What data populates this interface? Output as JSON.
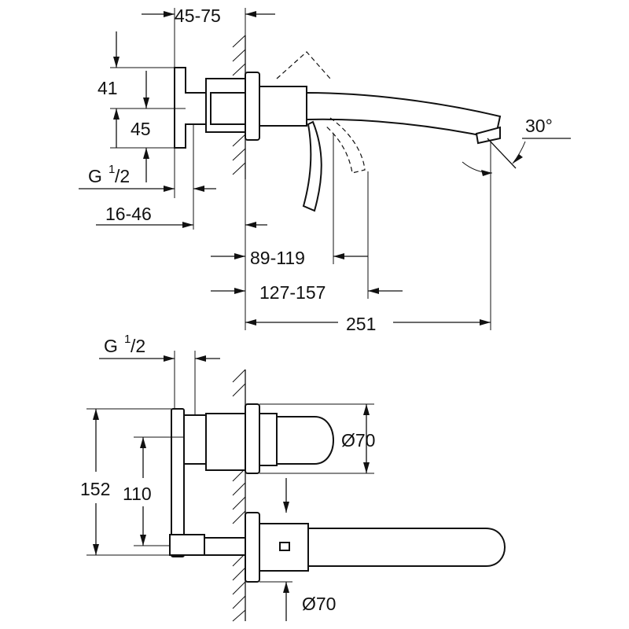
{
  "diagram": {
    "side_view": {
      "dim_wall_depth": "45-75",
      "dim_41": "41",
      "dim_45": "45",
      "thread_label_main": "G",
      "thread_label_sup": "1",
      "thread_label_sub": "/2",
      "dim_16_46": "16-46",
      "dim_89_119": "89-119",
      "dim_127_157": "127-157",
      "dim_251": "251",
      "angle": "30°"
    },
    "front_view": {
      "thread_label_main": "G",
      "thread_label_sup": "1",
      "thread_label_sub": "/2",
      "dim_152": "152",
      "dim_110": "110",
      "dia_top": "Ø70",
      "dia_bottom": "Ø70"
    }
  }
}
